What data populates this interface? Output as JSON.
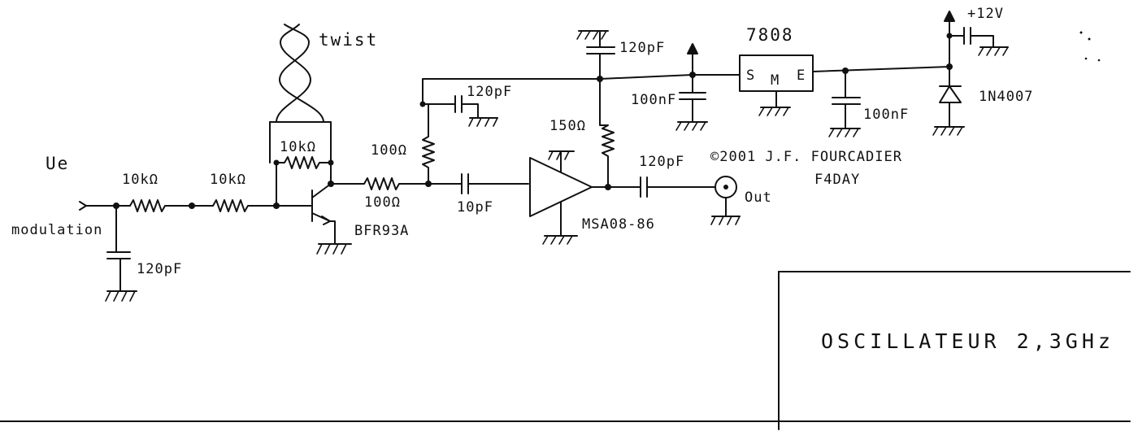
{
  "labels": {
    "input_name": "Ue",
    "input_desc": "modulation",
    "c_in": "120pF",
    "r1": "10kΩ",
    "r2": "10kΩ",
    "r_feedback": "10kΩ",
    "twist": "twist",
    "transistor": "BFR93A",
    "r_series": "100Ω",
    "r_shunt": "100Ω",
    "c_shunt": "120pF",
    "c_couple": "10pF",
    "c_top": "120pF",
    "r_bias": "150Ω",
    "amp": "MSA08-86",
    "c_out": "120pF",
    "out": "Out",
    "copyright_line1": "©2001 J.F. FOURCADIER",
    "copyright_line2": "F4DAY",
    "c_100n_left": "100nF",
    "regulator": "7808",
    "reg_pins": [
      "S",
      "M",
      "E"
    ],
    "c_100n_right": "100nF",
    "diode": "1N4007",
    "supply": "+12V"
  },
  "title_block": {
    "title": "OSCILLATEUR 2,3GHz"
  }
}
